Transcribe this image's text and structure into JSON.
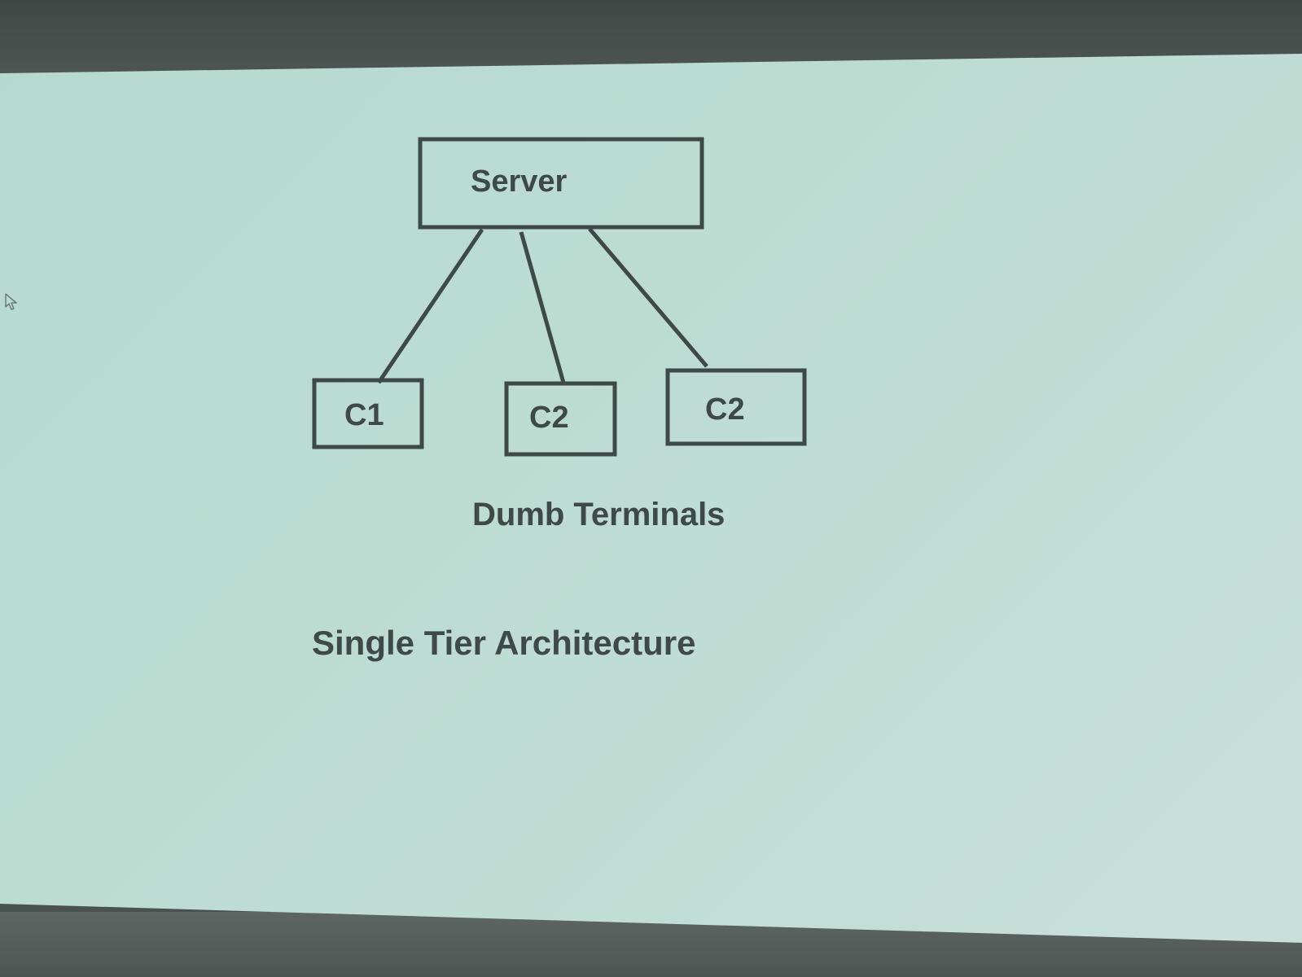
{
  "nodes": {
    "server": "Server",
    "client_1": "C1",
    "client_2": "C2",
    "client_3": "C2"
  },
  "captions": {
    "terminals": "Dumb Terminals",
    "title": "Single Tier Architecture"
  },
  "colors": {
    "slide_background": "#bcdcd2",
    "ink": "#3f4948",
    "frame": "#4a524f"
  },
  "icons": {
    "pointer": "cursor-arrow-icon"
  }
}
